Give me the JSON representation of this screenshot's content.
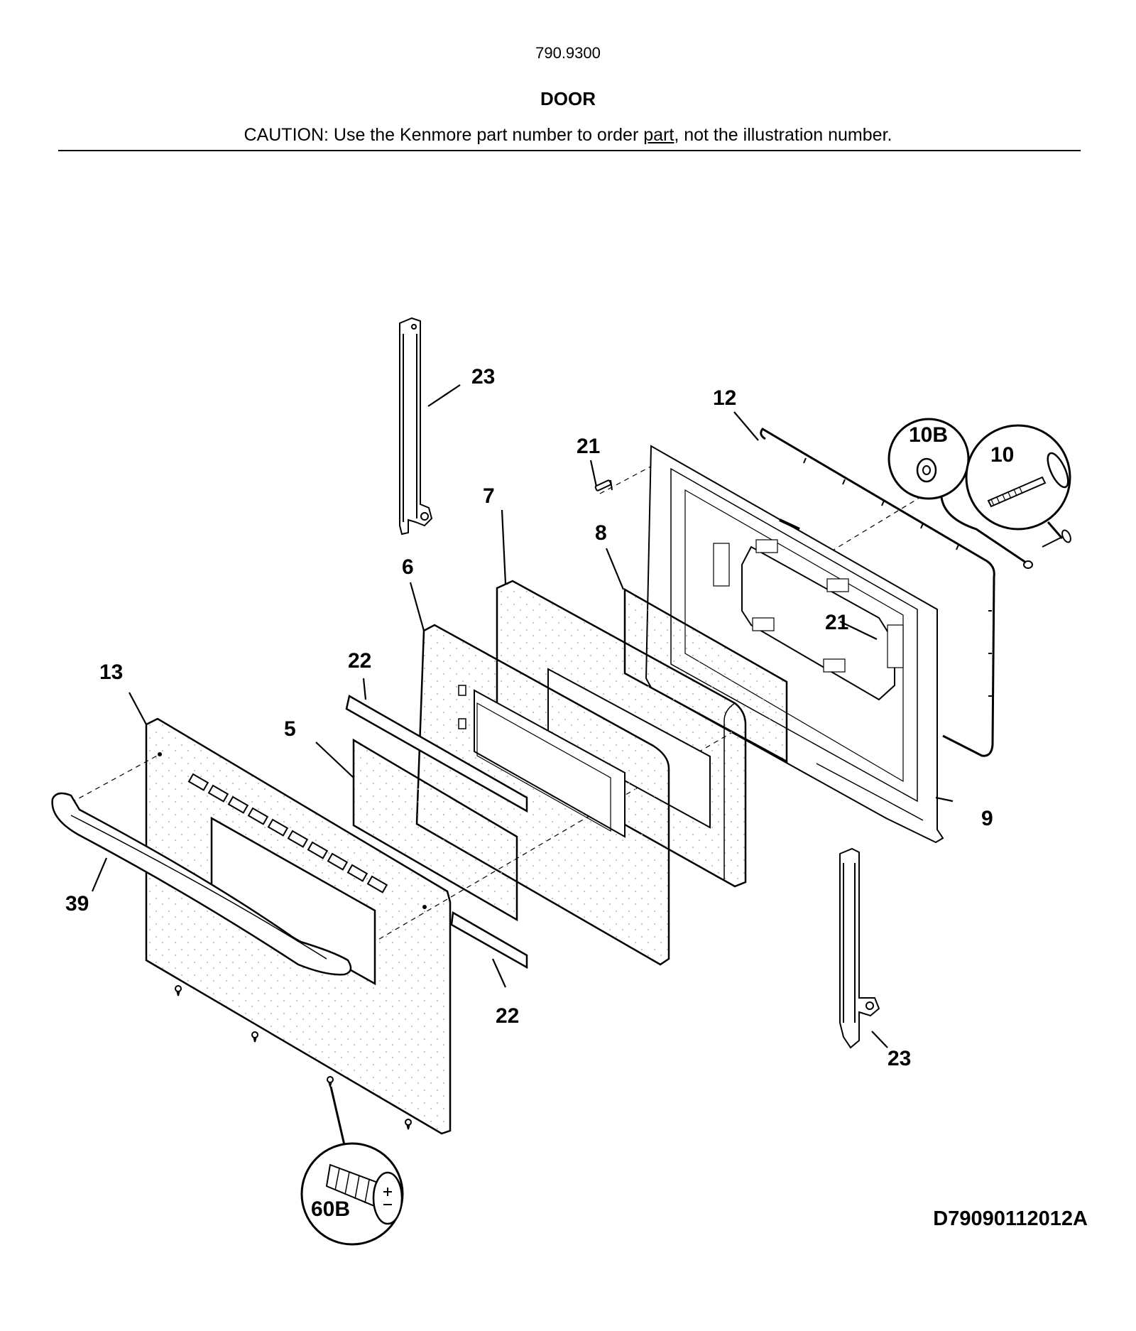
{
  "header": {
    "model_number": "790.9300",
    "section_title": "DOOR",
    "caution_prefix": "CAUTION: Use the Kenmore part number to order ",
    "caution_link": "part",
    "caution_suffix": ", not the illustration number."
  },
  "diagram_code": "D79090112012A",
  "callouts": {
    "hinge_top": "23",
    "hinge_bottom": "23",
    "gasket": "12",
    "washer": "10B",
    "screw_10": "10",
    "clip_21_top": "21",
    "clip_21_inner": "21",
    "insulation": "7",
    "glass_8": "8",
    "inner_panel": "6",
    "channel_22_top": "22",
    "channel_22_bottom": "22",
    "handle_panel": "13",
    "window_glass": "5",
    "handle": "39",
    "door_liner": "9",
    "screw_60b": "60B"
  }
}
